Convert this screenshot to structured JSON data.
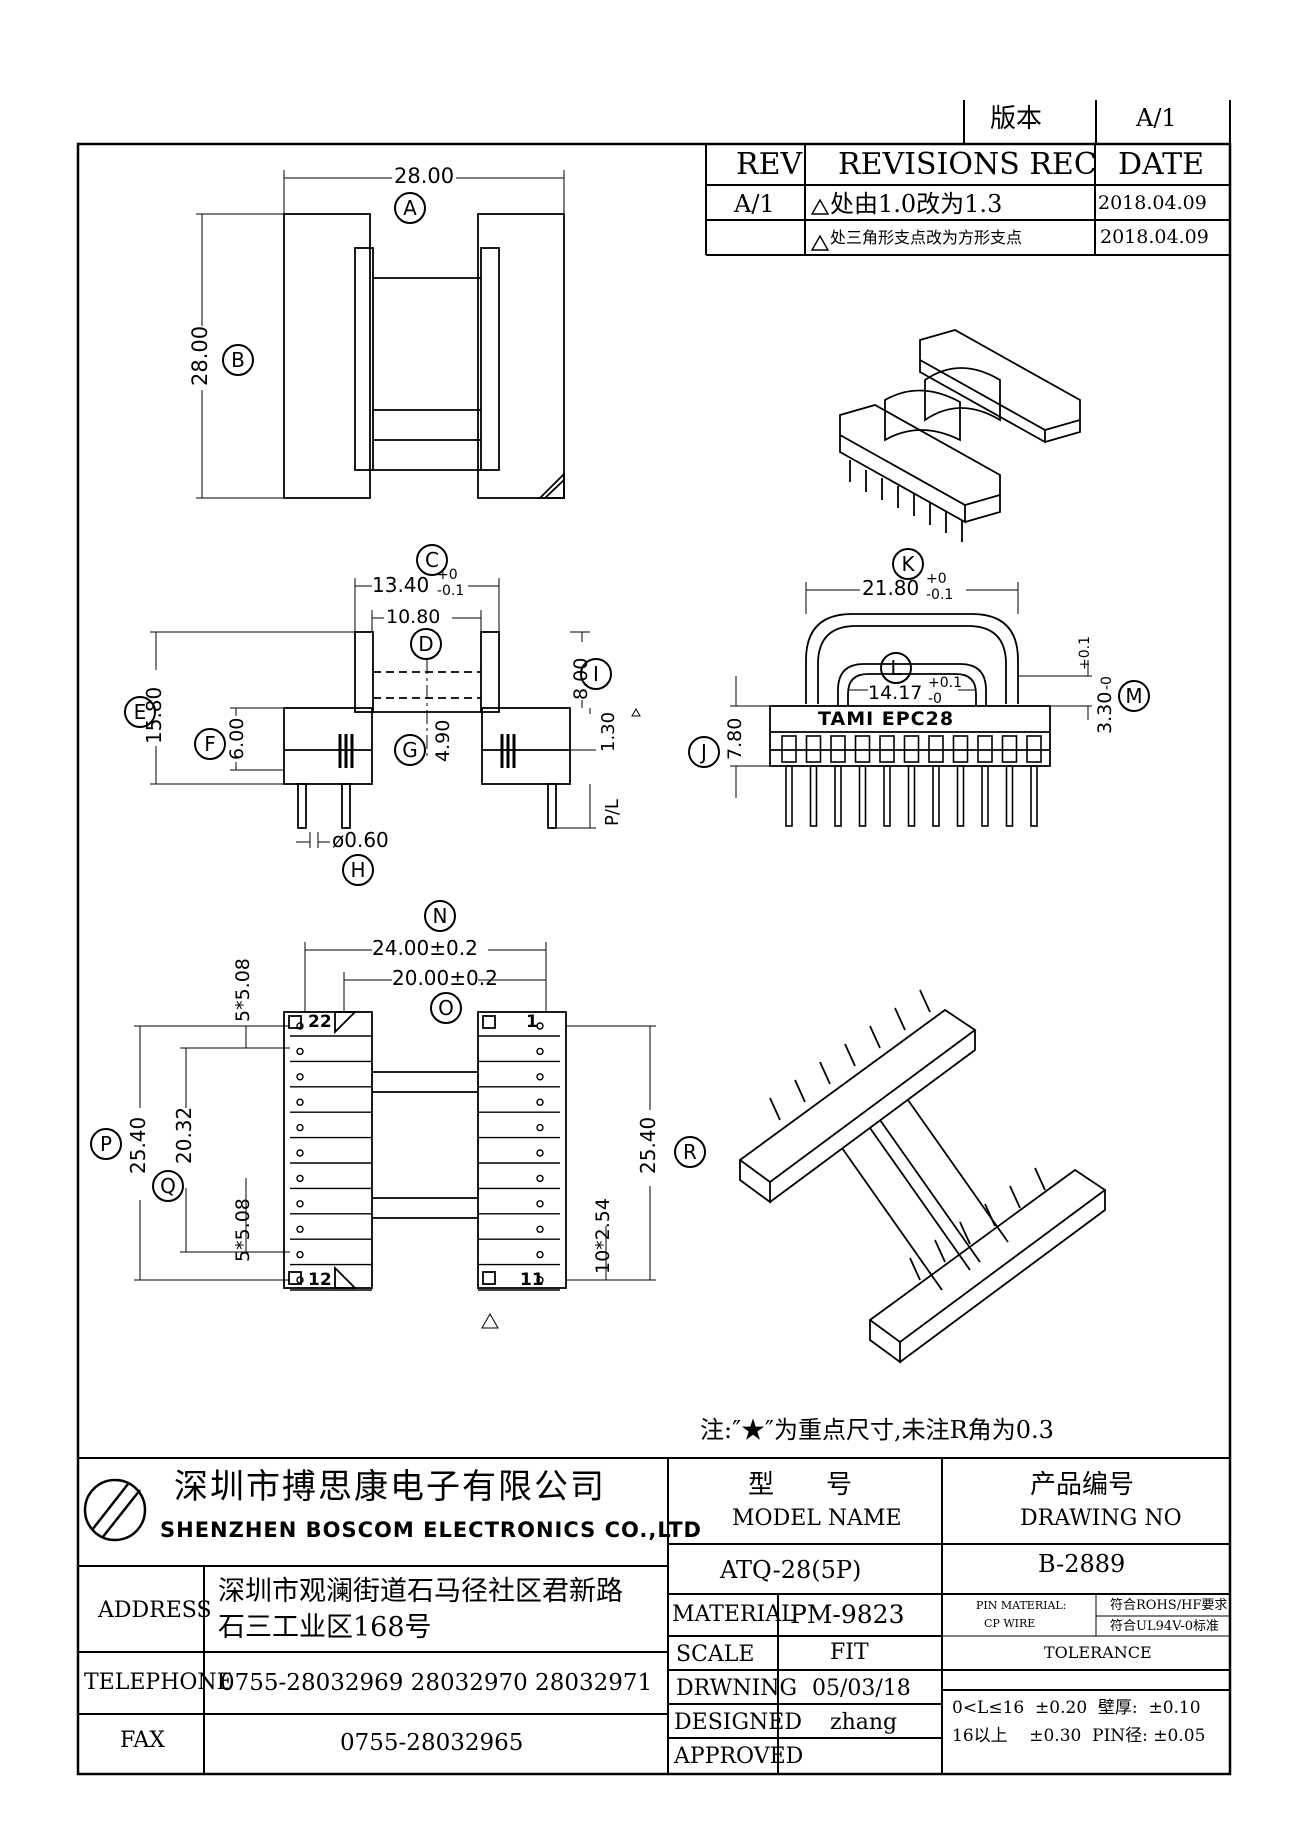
{
  "version_box": {
    "label": "版本",
    "value": "A/1"
  },
  "revisions": {
    "headers": [
      "REV",
      "REVISIONS REC",
      "DATE"
    ],
    "rows": [
      {
        "rev": "A/1",
        "desc": "处由1.0改为1.3",
        "date": "2018.04.09"
      },
      {
        "rev": "",
        "desc": "处三角形支点改为方形支点",
        "date": "2018.04.09"
      }
    ]
  },
  "dimensions": {
    "A": "28.00",
    "B": "28.00",
    "C": "13.40",
    "C_tol_upper": "+0",
    "C_tol_lower": "-0.1",
    "D": "10.80",
    "E": "15.80",
    "F": "6.00",
    "G": "4.90",
    "H": "ø0.60",
    "I": "8.00",
    "tri_1_30": "1.30",
    "pl": "P/L",
    "K": "21.80",
    "K_tol_upper": "+0",
    "K_tol_lower": "-0.1",
    "L": "14.17",
    "L_tol_upper": "+0.1",
    "L_tol_lower": "-0",
    "M": "3.30",
    "M_tol_upper": "+0.1",
    "M_tol_lower": "-0",
    "J": "7.80",
    "N": "24.00±0.2",
    "O": "20.00±0.2",
    "P": "25.40",
    "Q": "20.32",
    "R": "25.40",
    "pitch_top": "5*5.08",
    "pitch_bot": "5*5.08",
    "pitch_right": "10*2.54"
  },
  "callouts": [
    "A",
    "B",
    "C",
    "D",
    "E",
    "F",
    "G",
    "H",
    "I",
    "J",
    "K",
    "L",
    "M",
    "N",
    "O",
    "P",
    "Q",
    "R"
  ],
  "pin_labels": {
    "p22": "22",
    "p1": "1",
    "p12": "12",
    "p11": "11"
  },
  "side_marking": "TAMI EPC28",
  "note": "注:″★″为重点尺寸,未注R角为0.3",
  "company": {
    "cn": "深圳市搏思康电子有限公司",
    "en": "SHENZHEN BOSCOM ELECTRONICS CO.,LTD"
  },
  "address_label": "ADDRESS",
  "address": [
    "深圳市观澜街道石马径社区君新路",
    "石三工业区168号"
  ],
  "telephone_label": "TELEPHONE",
  "telephone": "0755-28032969 28032970 28032971",
  "fax_label": "FAX",
  "fax": "0755-28032965",
  "model": {
    "cn": "型　　号",
    "en": "MODEL NAME",
    "value": "ATQ-28(5P)"
  },
  "drawing_no": {
    "cn": "产品编号",
    "en": "DRAWING NO",
    "value": "B-2889"
  },
  "material": {
    "label": "MATERIAL",
    "value": "PM-9823"
  },
  "scale": {
    "label": "SCALE",
    "value": "FIT"
  },
  "drawing_date": {
    "label": "DRWNING",
    "value": "05/03/18"
  },
  "designed": {
    "label": "DESIGNED",
    "value": "zhang"
  },
  "approved": {
    "label": "APPROVED",
    "value": ""
  },
  "pin_material": {
    "label": "PIN MATERIAL:",
    "value": "CP WIRE",
    "rohs": "符合ROHS/HF要求",
    "ul": "符合UL94V-0标准"
  },
  "tolerance": {
    "label": "TOLERANCE",
    "row1": "0<L≤16  ±0.20  壁厚:  ±0.10",
    "row2": "16以上    ±0.30  PIN径: ±0.05"
  }
}
